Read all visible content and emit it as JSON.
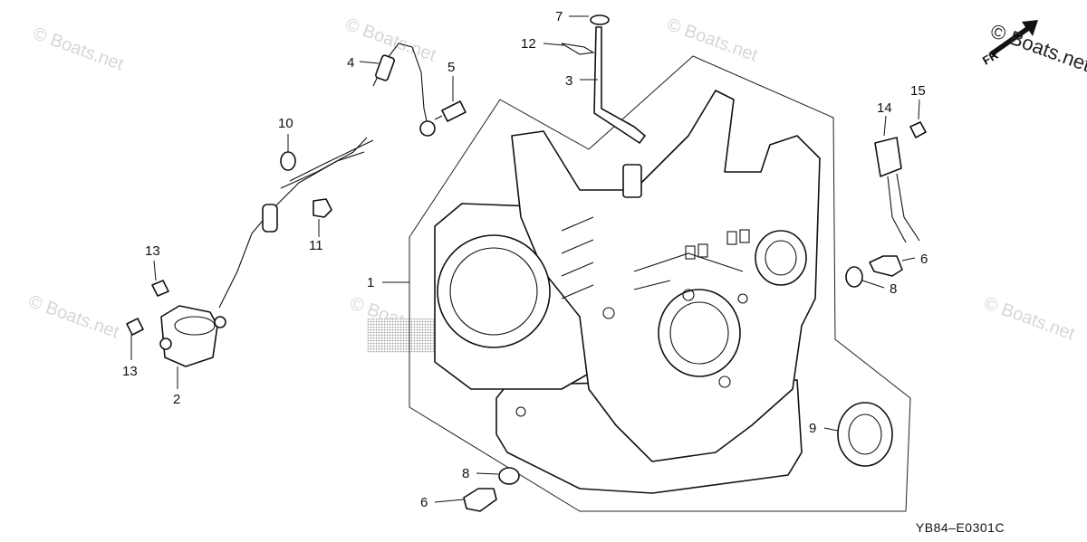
{
  "diagram": {
    "drawing_code": "YB84–E0301C",
    "watermark": "© Boats.net",
    "front_indicator": "FR",
    "callouts": [
      {
        "id": "c1",
        "label": "1"
      },
      {
        "id": "c2",
        "label": "2"
      },
      {
        "id": "c3",
        "label": "3"
      },
      {
        "id": "c4",
        "label": "4"
      },
      {
        "id": "c5",
        "label": "5"
      },
      {
        "id": "c6a",
        "label": "6"
      },
      {
        "id": "c6b",
        "label": "6"
      },
      {
        "id": "c7",
        "label": "7"
      },
      {
        "id": "c8a",
        "label": "8"
      },
      {
        "id": "c8b",
        "label": "8"
      },
      {
        "id": "c9",
        "label": "9"
      },
      {
        "id": "c10",
        "label": "10"
      },
      {
        "id": "c11",
        "label": "11"
      },
      {
        "id": "c12",
        "label": "12"
      },
      {
        "id": "c13a",
        "label": "13"
      },
      {
        "id": "c13b",
        "label": "13"
      },
      {
        "id": "c14",
        "label": "14"
      },
      {
        "id": "c15",
        "label": "15"
      }
    ]
  }
}
